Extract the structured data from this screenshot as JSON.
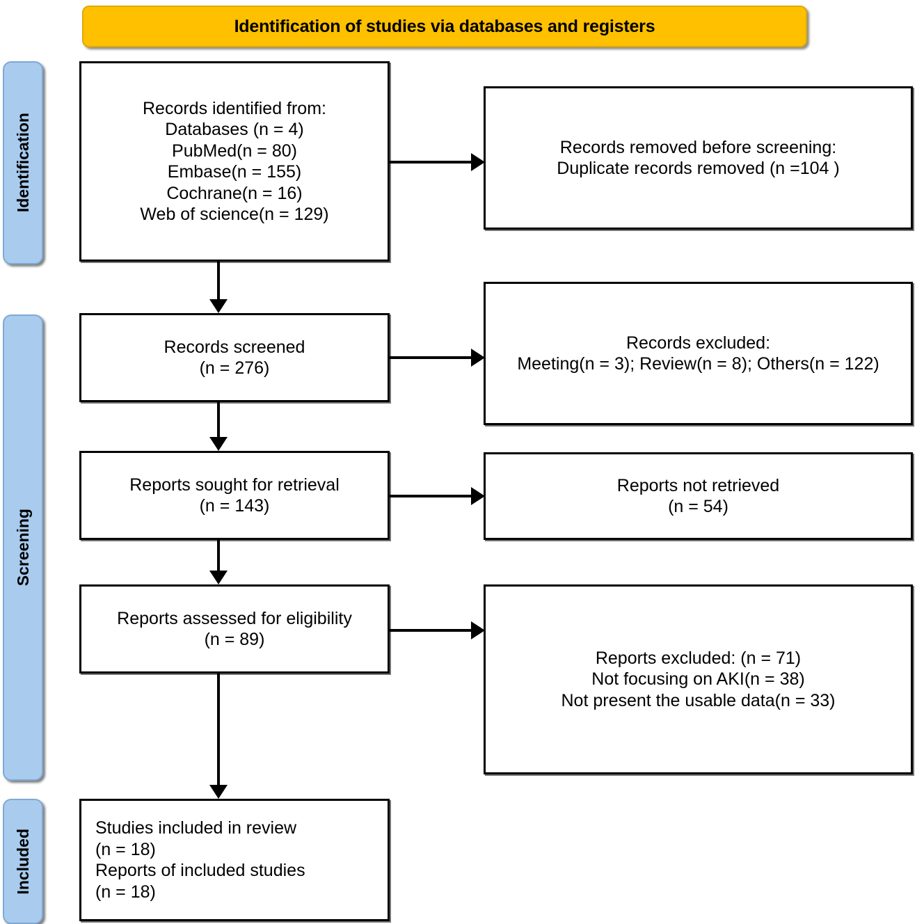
{
  "header": {
    "title": "Identification of studies via databases and registers",
    "background_color": "#FFC000"
  },
  "phases": {
    "accent_color": "#A8CBEE",
    "identification": "Identification",
    "screening": "Screening",
    "included": "Included"
  },
  "boxes": {
    "identified": {
      "text": "Records identified from:\nDatabases (n = 4)\nPubMed(n = 80)\nEmbase(n = 155)\nCochrane(n = 16)\nWeb of science(n = 129)"
    },
    "removed": {
      "text": "Records removed before screening:\nDuplicate records removed  (n =104 )"
    },
    "screened": {
      "text": "Records screened\n(n = 276)"
    },
    "excluded_records": {
      "text": "Records excluded:\nMeeting(n = 3); Review(n = 8); Others(n = 122)"
    },
    "sought": {
      "text": "Reports sought for retrieval\n(n = 143)"
    },
    "not_retrieved": {
      "text": "Reports not retrieved\n(n = 54)"
    },
    "assessed": {
      "text": "Reports assessed for eligibility\n(n = 89)"
    },
    "excluded_reports": {
      "text": "Reports excluded: (n = 71)\n Not focusing on AKI(n = 38)\n Not present the usable data(n = 33)"
    },
    "included": {
      "text": "Studies included in review\n(n = 18)\nReports of included studies\n(n = 18)"
    }
  },
  "chart_data": {
    "type": "diagram",
    "title": "PRISMA 2020 flow diagram",
    "nodes": [
      {
        "id": "identified",
        "phase": "Identification",
        "column": "left",
        "label": "Records identified from:",
        "counts": {
          "Databases": 4,
          "PubMed": 80,
          "Embase": 155,
          "Cochrane": 16,
          "Web of science": 129
        }
      },
      {
        "id": "removed",
        "phase": "Identification",
        "column": "right",
        "label": "Records removed before screening: Duplicate records removed",
        "counts": {
          "Duplicate records removed": 104
        }
      },
      {
        "id": "screened",
        "phase": "Screening",
        "column": "left",
        "label": "Records screened",
        "counts": {
          "n": 276
        }
      },
      {
        "id": "excluded_records",
        "phase": "Screening",
        "column": "right",
        "label": "Records excluded",
        "counts": {
          "Meeting": 3,
          "Review": 8,
          "Others": 122
        }
      },
      {
        "id": "sought",
        "phase": "Screening",
        "column": "left",
        "label": "Reports sought for retrieval",
        "counts": {
          "n": 143
        }
      },
      {
        "id": "not_retrieved",
        "phase": "Screening",
        "column": "right",
        "label": "Reports not retrieved",
        "counts": {
          "n": 54
        }
      },
      {
        "id": "assessed",
        "phase": "Screening",
        "column": "left",
        "label": "Reports assessed for eligibility",
        "counts": {
          "n": 89
        }
      },
      {
        "id": "excluded_reports",
        "phase": "Screening",
        "column": "right",
        "label": "Reports excluded",
        "counts": {
          "total": 71,
          "Not focusing on AKI": 38,
          "Not present the usable data": 33
        }
      },
      {
        "id": "included",
        "phase": "Included",
        "column": "left",
        "label": "Studies included in review / Reports of included studies",
        "counts": {
          "Studies included in review": 18,
          "Reports of included studies": 18
        }
      }
    ],
    "edges": [
      {
        "from": "identified",
        "to": "removed",
        "direction": "right"
      },
      {
        "from": "identified",
        "to": "screened",
        "direction": "down"
      },
      {
        "from": "screened",
        "to": "excluded_records",
        "direction": "right"
      },
      {
        "from": "screened",
        "to": "sought",
        "direction": "down"
      },
      {
        "from": "sought",
        "to": "not_retrieved",
        "direction": "right"
      },
      {
        "from": "sought",
        "to": "assessed",
        "direction": "down"
      },
      {
        "from": "assessed",
        "to": "excluded_reports",
        "direction": "right"
      },
      {
        "from": "assessed",
        "to": "included",
        "direction": "down"
      }
    ]
  }
}
